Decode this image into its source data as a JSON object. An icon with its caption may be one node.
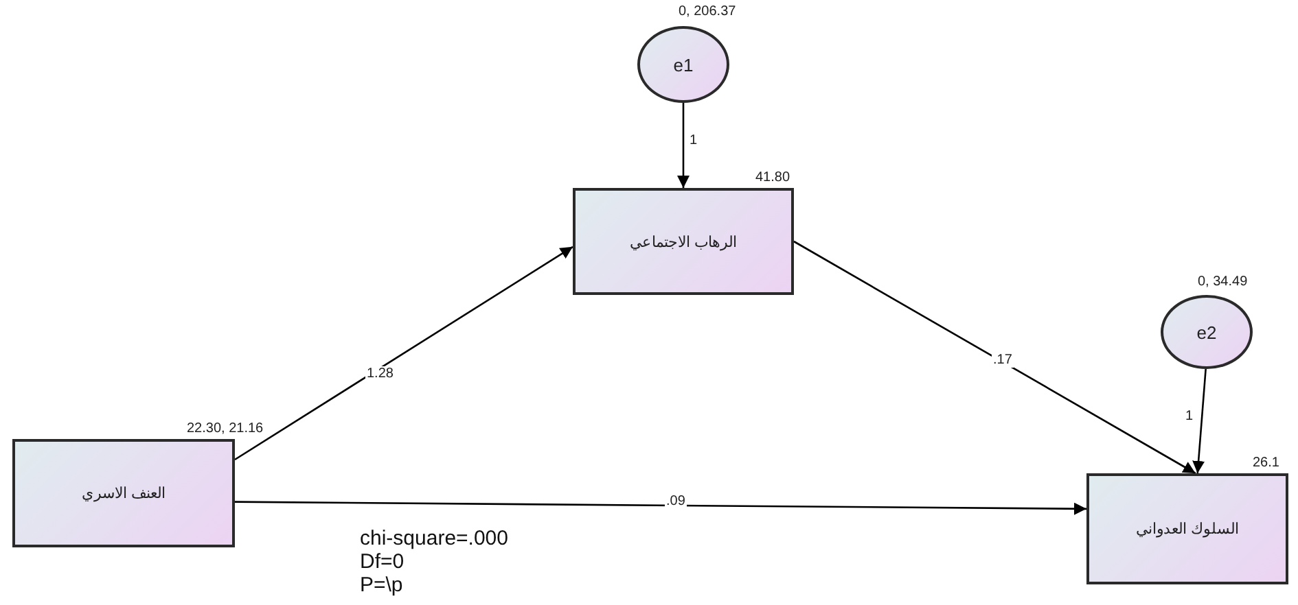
{
  "diagram": {
    "nodes": [
      {
        "text": [
          "e1"
        ],
        "beside": [
          "0, 206.37"
        ]
      },
      {
        "text": [
          "الرهاب الاجتماعي"
        ],
        "beside": [
          "41.80"
        ]
      },
      {
        "text": [
          "e2"
        ],
        "beside": [
          "0, 34.49"
        ]
      },
      {
        "text": [
          "العنف الاسري"
        ],
        "beside": [
          "22.30, 21.16"
        ]
      },
      {
        "text": [
          "السلوك العدواني"
        ],
        "beside": [
          "26.1"
        ]
      }
    ],
    "edges": [
      {
        "from": 0,
        "to": 1,
        "arrow": "to",
        "label": "1"
      },
      {
        "from": 3,
        "to": 1,
        "arrow": "to",
        "label": "1.28"
      },
      {
        "from": 1,
        "to": 4,
        "arrow": "to",
        "label": ".17"
      },
      {
        "from": 2,
        "to": 4,
        "arrow": "to",
        "label": "1"
      },
      {
        "from": 3,
        "to": 4,
        "arrow": "to",
        "label": ".09"
      }
    ],
    "labels": [
      "chi-square=.000",
      "Df=0",
      "P=\\p"
    ]
  }
}
